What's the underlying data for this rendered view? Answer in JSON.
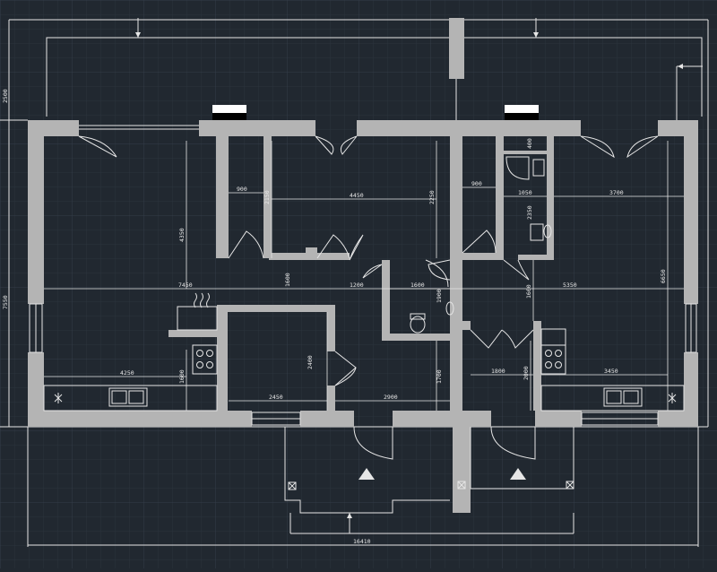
{
  "colors": {
    "background": "#212830",
    "grid": "#2d3540",
    "grid_major": "#333c47",
    "wall": "#b4b4b4",
    "line": "#e6e6e6",
    "text": "#e8e8e8"
  },
  "dimensions": {
    "top_offset": "2500",
    "total_height": "7550",
    "total_width": "16410",
    "main_living_depth": "4350",
    "main_living_width": "7450",
    "kitchen_left_width": "4250",
    "kitchen_left_small": "1600",
    "closet_1_width": "900",
    "closet_1_depth": "2150",
    "bedroom_center_width": "4450",
    "bedroom_center_depth": "2250",
    "corridor_mid": "1200",
    "wc_width": "1600",
    "wc_depth": "1900",
    "hall_height": "2400",
    "hall_left_width": "2450",
    "hall_right_width": "2900",
    "hall_right_depth": "1700",
    "closet_2_width": "900",
    "bath_width": "1050",
    "bath_depth": "2350",
    "bath_top": "400",
    "bedroom_right_width": "3700",
    "bedroom_right_depth": "6650",
    "right_living_width": "5350",
    "right_small": "1600",
    "entry_right_width": "1800",
    "entry_right_depth": "2000",
    "kitchen_right_width": "3450"
  }
}
